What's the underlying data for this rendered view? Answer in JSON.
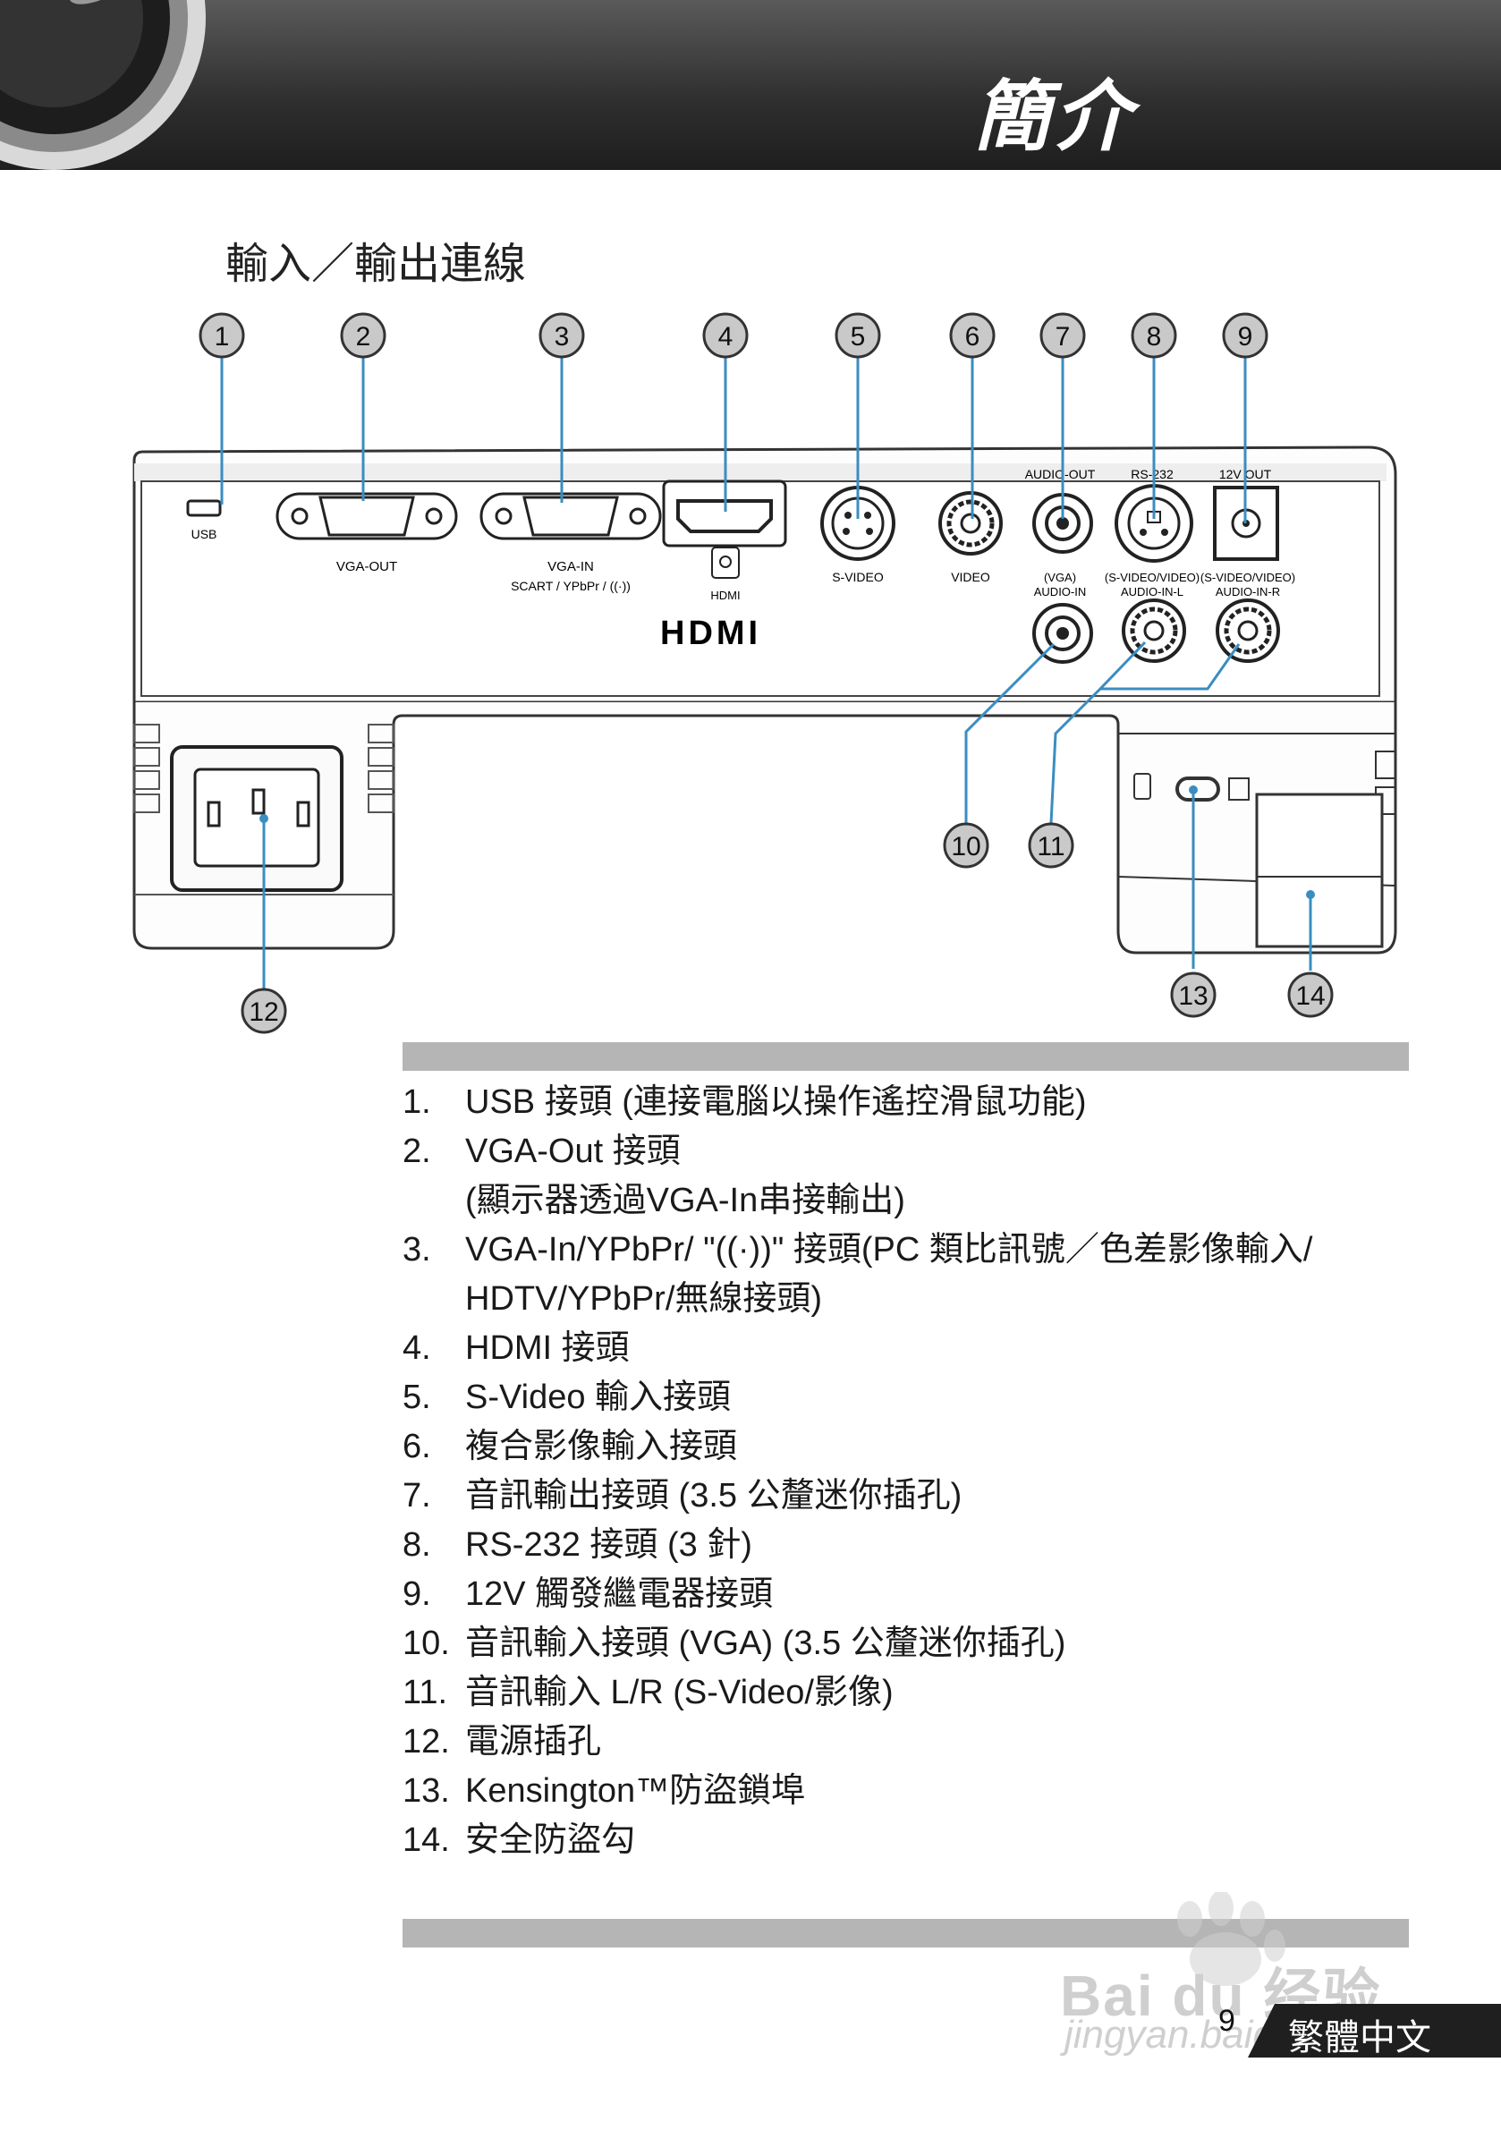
{
  "header": {
    "title": "簡介"
  },
  "section_title": "輸入／輸出連線",
  "diagram": {
    "callouts": [
      "1",
      "2",
      "3",
      "4",
      "5",
      "6",
      "7",
      "8",
      "9",
      "10",
      "11",
      "12",
      "13",
      "14"
    ],
    "port_labels": {
      "usb": "USB",
      "vga_out": "VGA-OUT",
      "vga_in": "VGA-IN",
      "vga_in_sub": "SCART / YPbPr / ((·))",
      "hdmi_small": "HDMI",
      "hdmi_logo": "HDMI",
      "s_video": "S-VIDEO",
      "video": "VIDEO",
      "audio_out": "AUDIO-OUT",
      "rs232": "RS-232",
      "out12v": "12V OUT",
      "vga_audio_in_1": "(VGA)",
      "vga_audio_in_2": "AUDIO-IN",
      "audio_l_1": "(S-VIDEO/VIDEO)",
      "audio_l_2": "AUDIO-IN-L",
      "audio_r_1": "(S-VIDEO/VIDEO)",
      "audio_r_2": "AUDIO-IN-R"
    }
  },
  "list": [
    {
      "num": "1.",
      "text": "USB 接頭 (連接電腦以操作遙控滑鼠功能)"
    },
    {
      "num": "2.",
      "text": "VGA-Out 接頭",
      "sub": "(顯示器透過VGA-In串接輸出)"
    },
    {
      "num": "3.",
      "text": "VGA-In/YPbPr/ \"((·))\" 接頭(PC 類比訊號／色差影像輸入/",
      "sub": "HDTV/YPbPr/無線接頭)"
    },
    {
      "num": "4.",
      "text": "HDMI 接頭"
    },
    {
      "num": "5.",
      "text": "S-Video 輸入接頭"
    },
    {
      "num": "6.",
      "text": "複合影像輸入接頭"
    },
    {
      "num": "7.",
      "text": "音訊輸出接頭 (3.5 公釐迷你插孔)"
    },
    {
      "num": "8.",
      "text": "RS-232 接頭 (3 針)"
    },
    {
      "num": "9.",
      "text": "12V 觸發繼電器接頭"
    },
    {
      "num": "10.",
      "text": "音訊輸入接頭 (VGA) (3.5 公釐迷你插孔)"
    },
    {
      "num": "11.",
      "text": "音訊輸入 L/R (S-Video/影像)"
    },
    {
      "num": "12.",
      "text": "電源插孔"
    },
    {
      "num": "13.",
      "text": "Kensington™防盜鎖埠"
    },
    {
      "num": "14.",
      "text": "安全防盜勾"
    }
  ],
  "footer": {
    "page": "9",
    "language": "繁體中文"
  },
  "watermark": {
    "brand": "Bai du 经验",
    "url": "jingyan.baidu.com"
  }
}
